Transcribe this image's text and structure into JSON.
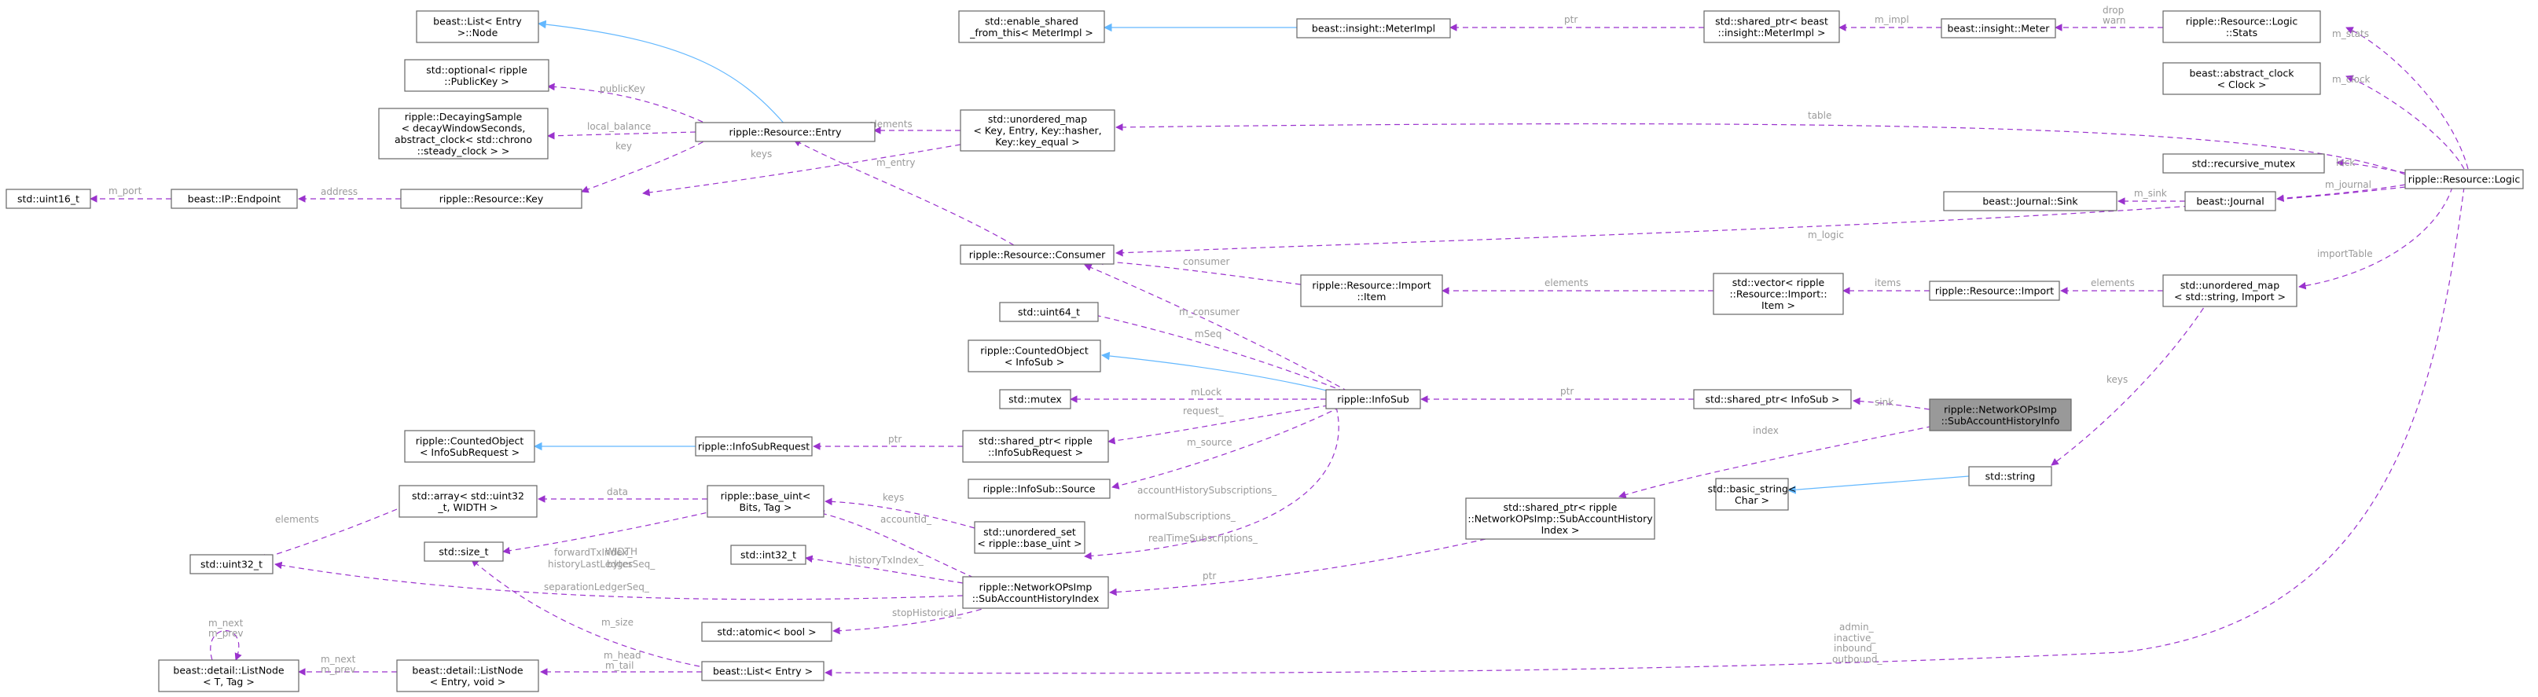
{
  "nodes": [
    {
      "id": "sahi",
      "lines": [
        "ripple::NetworkOPsImp",
        "::SubAccountHistoryInfo"
      ],
      "highlight": true
    },
    {
      "id": "logic",
      "lines": [
        "ripple::Resource::Logic"
      ]
    },
    {
      "id": "stats",
      "lines": [
        "ripple::Resource::Logic",
        "::Stats"
      ]
    },
    {
      "id": "absclock",
      "lines": [
        "beast::abstract_clock",
        "< Clock >"
      ]
    },
    {
      "id": "recmutex",
      "lines": [
        "std::recursive_mutex"
      ]
    },
    {
      "id": "journal",
      "lines": [
        "beast::Journal"
      ]
    },
    {
      "id": "jsink",
      "lines": [
        "beast::Journal::Sink"
      ]
    },
    {
      "id": "meter",
      "lines": [
        "beast::insight::Meter"
      ]
    },
    {
      "id": "spmeterimpl",
      "lines": [
        "std::shared_ptr< beast",
        "::insight::MeterImpl >"
      ]
    },
    {
      "id": "meterimpl",
      "lines": [
        "beast::insight::MeterImpl"
      ]
    },
    {
      "id": "esft",
      "lines": [
        "std::enable_shared",
        "_from_this< MeterImpl >"
      ]
    },
    {
      "id": "umapentry",
      "lines": [
        "std::unordered_map",
        "< Key, Entry, Key::hasher,",
        "Key::key_equal >"
      ]
    },
    {
      "id": "entry",
      "lines": [
        "ripple::Resource::Entry"
      ]
    },
    {
      "id": "listnode",
      "lines": [
        "beast::List< Entry",
        ">::Node"
      ]
    },
    {
      "id": "optpk",
      "lines": [
        "std::optional< ripple",
        "::PublicKey >"
      ]
    },
    {
      "id": "decay",
      "lines": [
        "ripple::DecayingSample",
        "< decayWindowSeconds,",
        "abstract_clock< std::chrono",
        "::steady_clock > >"
      ]
    },
    {
      "id": "rkey",
      "lines": [
        "ripple::Resource::Key"
      ]
    },
    {
      "id": "endpoint",
      "lines": [
        "beast::IP::Endpoint"
      ]
    },
    {
      "id": "uint16",
      "lines": [
        "std::uint16_t"
      ]
    },
    {
      "id": "consumer",
      "lines": [
        "ripple::Resource::Consumer"
      ]
    },
    {
      "id": "importitem",
      "lines": [
        "ripple::Resource::Import",
        "::Item"
      ]
    },
    {
      "id": "vecitem",
      "lines": [
        "std::vector< ripple",
        "::Resource::Import::",
        "Item >"
      ]
    },
    {
      "id": "import",
      "lines": [
        "ripple::Resource::Import"
      ]
    },
    {
      "id": "umapimport",
      "lines": [
        "std::unordered_map",
        "< std::string, Import >"
      ]
    },
    {
      "id": "uint64",
      "lines": [
        "std::uint64_t"
      ]
    },
    {
      "id": "coinfosub",
      "lines": [
        "ripple::CountedObject",
        "< InfoSub >"
      ]
    },
    {
      "id": "stdmutex",
      "lines": [
        "std::mutex"
      ]
    },
    {
      "id": "infosub",
      "lines": [
        "ripple::InfoSub"
      ]
    },
    {
      "id": "spinfosub",
      "lines": [
        "std::shared_ptr< InfoSub >"
      ]
    },
    {
      "id": "coisr",
      "lines": [
        "ripple::CountedObject",
        "< InfoSubRequest >"
      ]
    },
    {
      "id": "isr",
      "lines": [
        "ripple::InfoSubRequest"
      ]
    },
    {
      "id": "spisr",
      "lines": [
        "std::shared_ptr< ripple",
        "::InfoSubRequest >"
      ]
    },
    {
      "id": "source",
      "lines": [
        "ripple::InfoSub::Source"
      ]
    },
    {
      "id": "stdstring",
      "lines": [
        "std::string"
      ]
    },
    {
      "id": "basicstring",
      "lines": [
        "std::basic_string<",
        "Char >"
      ]
    },
    {
      "id": "arr",
      "lines": [
        "std::array< std::uint32",
        "_t, WIDTH >"
      ]
    },
    {
      "id": "baseuint",
      "lines": [
        "ripple::base_uint<",
        "Bits, Tag >"
      ]
    },
    {
      "id": "uset",
      "lines": [
        "std::unordered_set",
        "< ripple::base_uint >"
      ]
    },
    {
      "id": "sizet",
      "lines": [
        "std::size_t"
      ]
    },
    {
      "id": "int32",
      "lines": [
        "std::int32_t"
      ]
    },
    {
      "id": "uint32",
      "lines": [
        "std::uint32_t"
      ]
    },
    {
      "id": "sahindex",
      "lines": [
        "ripple::NetworkOPsImp",
        "::SubAccountHistoryIndex"
      ]
    },
    {
      "id": "spsahindex",
      "lines": [
        "std::shared_ptr< ripple",
        "::NetworkOPsImp::SubAccountHistory",
        "Index >"
      ]
    },
    {
      "id": "atomicbool",
      "lines": [
        "std::atomic< bool >"
      ]
    },
    {
      "id": "dlistnode",
      "lines": [
        "beast::detail::ListNode",
        "< T, Tag >"
      ]
    },
    {
      "id": "dlistnodeentry",
      "lines": [
        "beast::detail::ListNode",
        "< Entry, void >"
      ]
    },
    {
      "id": "listentry",
      "lines": [
        "beast::List< Entry >"
      ]
    }
  ],
  "edge_labels": {
    "m_stats": "m_stats",
    "m_clock": "m_clock",
    "lock": "lock",
    "m_journal": "m_journal",
    "m_sink": "m_sink",
    "drop_warn": [
      "drop",
      "warn"
    ],
    "m_impl": "m_impl",
    "ptr": "ptr",
    "table": "table",
    "elements": "elements",
    "publicKey": "publicKey",
    "local_balance": "local_balance",
    "key": "key",
    "keys": "keys",
    "address": "address",
    "m_port": "m_port",
    "m_logic": "m_logic",
    "m_entry": "m_entry",
    "consumer": "consumer",
    "items": "items",
    "importTable": "importTable",
    "m_consumer": "m_consumer",
    "mSeq": "mSeq",
    "mLock": "mLock",
    "request_": "request_",
    "m_source": "m_source",
    "sink": "sink",
    "index": "index",
    "data": "data",
    "width_bytes": [
      "WIDTH",
      "bytes"
    ],
    "subscriptions": [
      "accountHistorySubscriptions_",
      "normalSubscriptions_",
      "realTimeSubscriptions_"
    ],
    "historyTxIndex": "historyTxIndex_",
    "fwd": [
      "forwardTxIndex_",
      "historyLastLedgerSeq_",
      "separationLedgerSeq_"
    ],
    "accountId": "accountId_",
    "stopHistorical": "stopHistorical_",
    "m_size": "m_size",
    "m_head_tail": [
      "m_head",
      "m_tail"
    ],
    "m_next_prev": [
      "m_next",
      "m_prev"
    ],
    "admin_inbound": [
      "admin_",
      "inactive_",
      "inbound_",
      "outbound_"
    ]
  }
}
